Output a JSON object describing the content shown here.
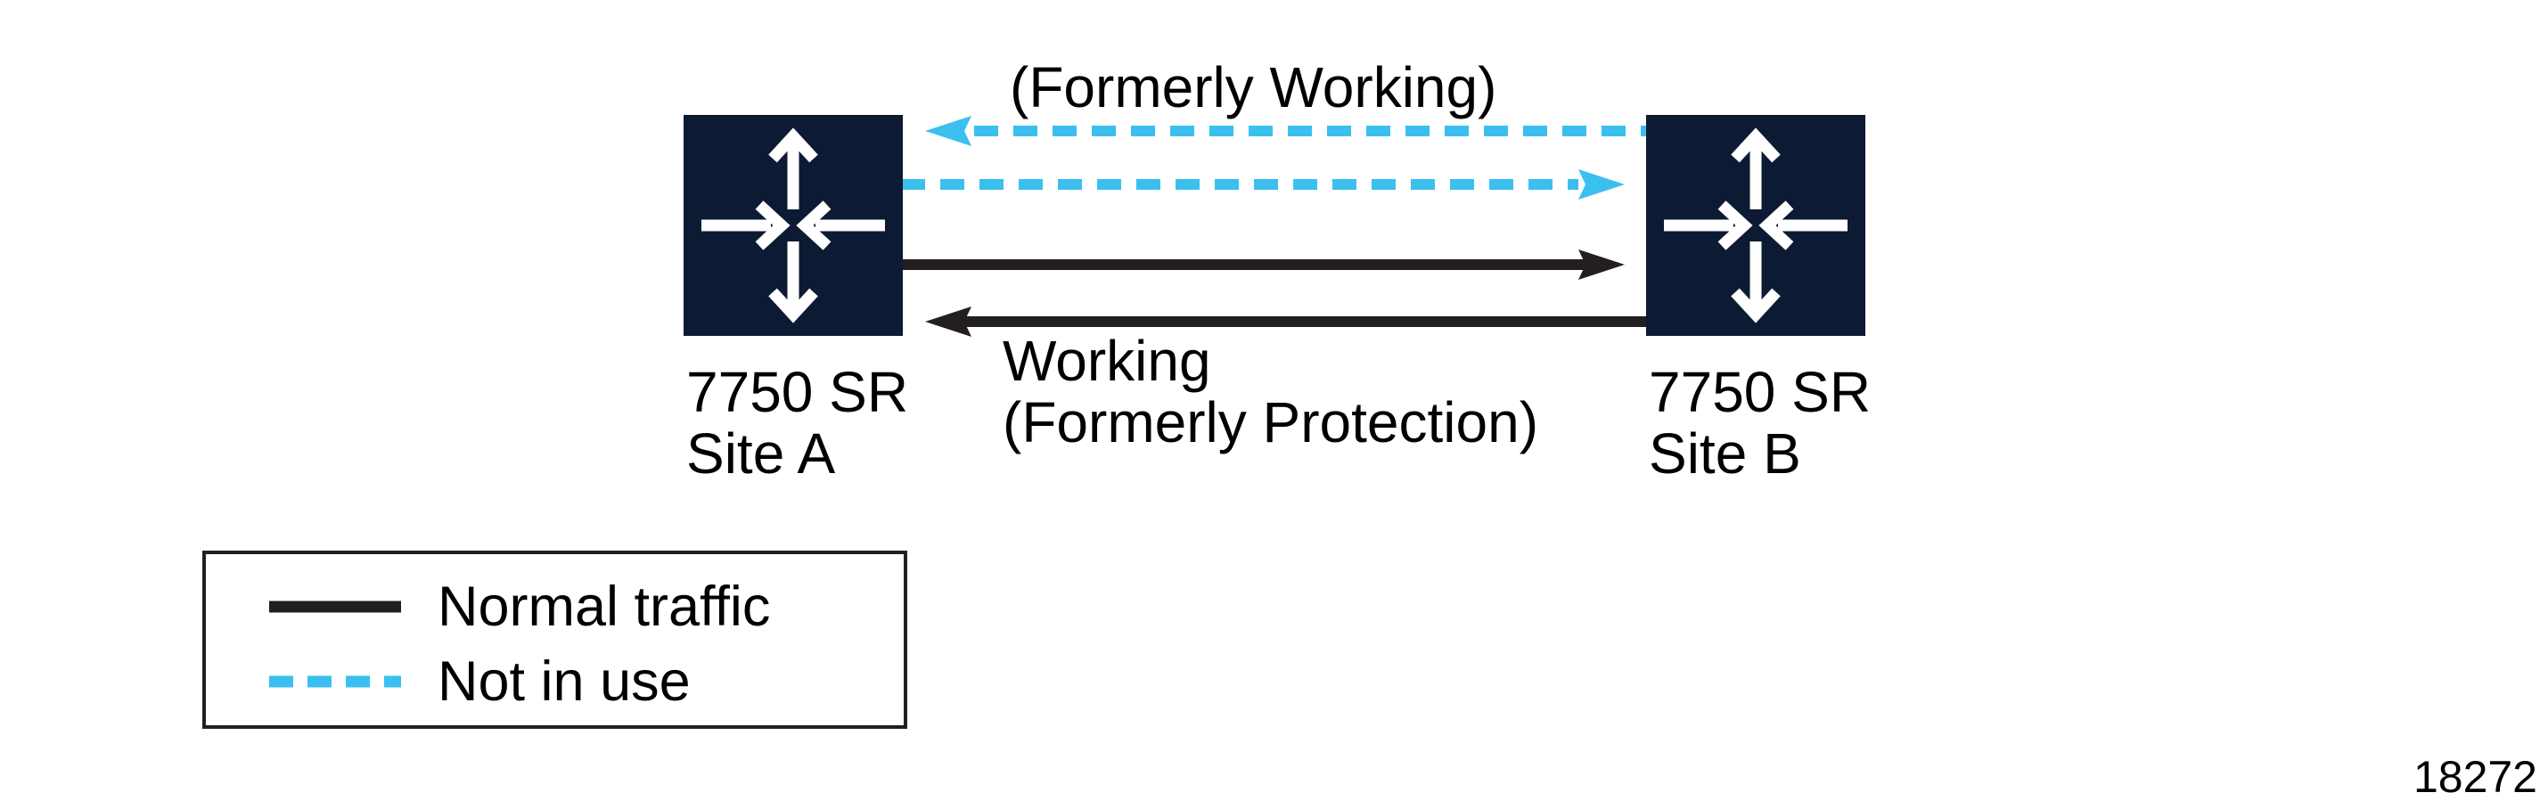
{
  "nodes": [
    {
      "id": "site-a",
      "line1": "7750 SR",
      "line2": "Site A"
    },
    {
      "id": "site-b",
      "line1": "7750 SR",
      "line2": "Site B"
    }
  ],
  "links": {
    "formerly_working_label": "(Formerly Working)",
    "working_label_line1": "Working",
    "working_label_line2": "(Formerly Protection)"
  },
  "legend": {
    "items": [
      {
        "label": "Normal traffic",
        "line_style": "solid"
      },
      {
        "label": "Not in use",
        "line_style": "dashed"
      }
    ]
  },
  "figure_number": "18272",
  "colors": {
    "node_fill": "#0d1a33",
    "icon": "#ffffff",
    "normal_traffic": "#231f20",
    "not_in_use": "#3bbfef"
  }
}
